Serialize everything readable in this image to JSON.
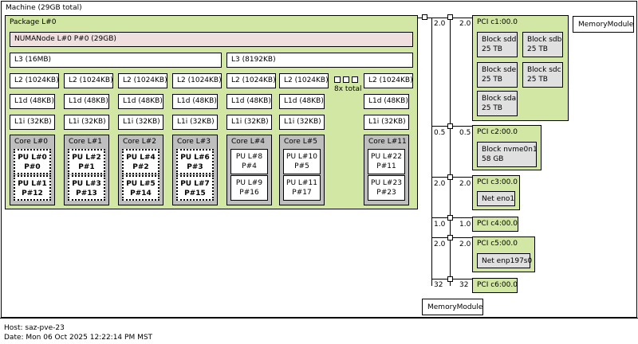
{
  "machine": {
    "label": "Machine (29GB total)"
  },
  "package": {
    "label": "Package L#0"
  },
  "numa": {
    "label": "NUMANode L#0 P#0 (29GB)"
  },
  "l3": [
    "L3 (16MB)",
    "L3 (8192KB)"
  ],
  "l2": "L2 (1024KB)",
  "l1d": "L1d (48KB)",
  "l1i": "L1i (32KB)",
  "collapsed_total": "8x total",
  "cores": [
    {
      "label": "Core L#0",
      "pus": [
        "PU L#0",
        "P#0",
        "PU L#1",
        "P#12"
      ]
    },
    {
      "label": "Core L#1",
      "pus": [
        "PU L#2",
        "P#1",
        "PU L#3",
        "P#13"
      ]
    },
    {
      "label": "Core L#2",
      "pus": [
        "PU L#4",
        "P#2",
        "PU L#5",
        "P#14"
      ]
    },
    {
      "label": "Core L#3",
      "pus": [
        "PU L#6",
        "P#3",
        "PU L#7",
        "P#15"
      ]
    },
    {
      "label": "Core L#4",
      "pus": [
        "PU L#8",
        "P#4",
        "PU L#9",
        "P#16"
      ]
    },
    {
      "label": "Core L#5",
      "pus": [
        "PU L#10",
        "P#5",
        "PU L#11",
        "P#17"
      ]
    },
    {
      "label": "Core L#11",
      "pus": [
        "PU L#22",
        "P#11",
        "PU L#23",
        "P#23"
      ]
    }
  ],
  "links": {
    "main": "2.0",
    "c1": [
      "2.0"
    ],
    "c2": [
      "0.5",
      "0.5"
    ],
    "c3": [
      "2.0",
      "2.0"
    ],
    "c4": [
      "1.0",
      "1.0"
    ],
    "c5": [
      "2.0",
      "2.0"
    ],
    "c6": [
      "32",
      "32"
    ]
  },
  "pci": {
    "c1": {
      "label": "PCI c1:00.0",
      "blocks": [
        [
          "Block sdd",
          "25 TB"
        ],
        [
          "Block sdb",
          "25 TB"
        ],
        [
          "Block sde",
          "25 TB"
        ],
        [
          "Block sdc",
          "25 TB"
        ],
        [
          "Block sda",
          "25 TB"
        ]
      ]
    },
    "c2": {
      "label": "PCI c2:00.0",
      "block": [
        "Block nvme0n1",
        "58 GB"
      ]
    },
    "c3": {
      "label": "PCI c3:00.0",
      "net": "Net eno1"
    },
    "c4": {
      "label": "PCI c4:00.0"
    },
    "c5": {
      "label": "PCI c5:00.0",
      "net": "Net enp197s0"
    },
    "c6": {
      "label": "PCI c6:00.0"
    }
  },
  "memory_modules": [
    "MemoryModule",
    "MemoryModule"
  ],
  "footer": {
    "host": "Host: saz-pve-23",
    "date": "Date: Mon 06 Oct 2025 12:22:14 PM MST"
  }
}
